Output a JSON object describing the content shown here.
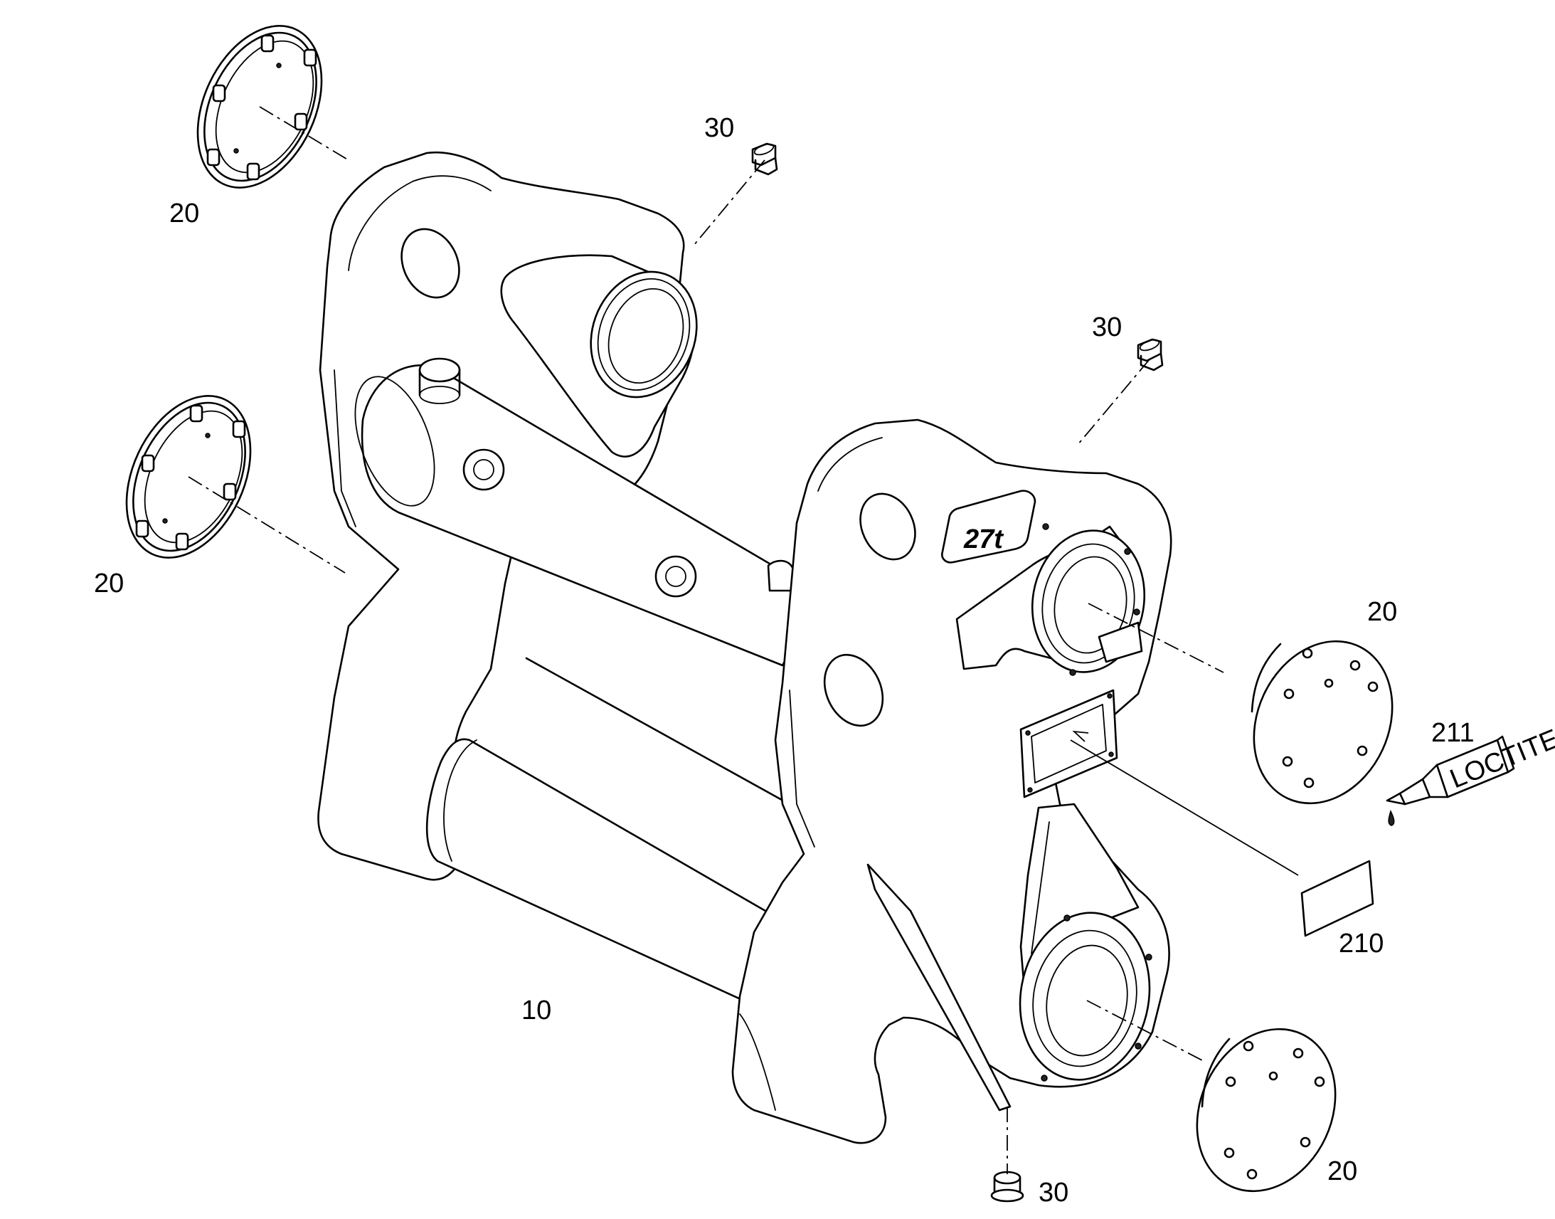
{
  "callouts": {
    "c10": "10",
    "c20_top_left": "20",
    "c20_mid_left": "20",
    "c20_right_upper": "20",
    "c20_right_lower": "20",
    "c30_top": "30",
    "c30_mid": "30",
    "c30_bottom": "30",
    "c210": "210",
    "c211": "211"
  },
  "markings": {
    "weight_badge": "27t",
    "tube_brand": "LOCTITE"
  },
  "colors": {
    "line": "#000000",
    "background": "#ffffff"
  }
}
